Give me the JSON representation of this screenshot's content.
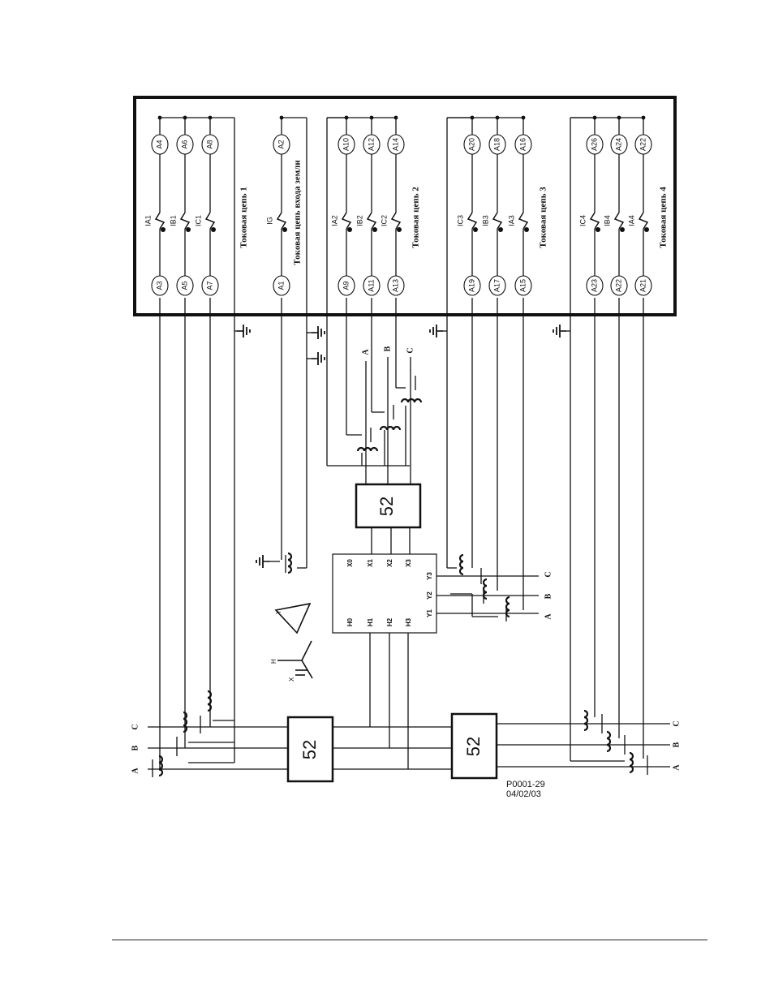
{
  "relay_box": {
    "groups": [
      {
        "caption": "Токовая цепь 1",
        "terminals_top": [
          "A4",
          "A6",
          "A8"
        ],
        "labels": [
          "IA1",
          "IB1",
          "IC1"
        ],
        "terminals_bottom": [
          "A3",
          "A5",
          "A7"
        ]
      },
      {
        "caption": "Токовая цепь входа земли",
        "terminals_top": [
          "A2"
        ],
        "labels": [
          "IG"
        ],
        "terminals_bottom": [
          "A1"
        ]
      },
      {
        "caption": "Токовая цепь 2",
        "terminals_top": [
          "A10",
          "A12",
          "A14"
        ],
        "labels": [
          "IA2",
          "IB2",
          "IC2"
        ],
        "terminals_bottom": [
          "A9",
          "A11",
          "A13"
        ]
      },
      {
        "caption": "Токовая цепь 3",
        "terminals_top": [
          "A20",
          "A18",
          "A16"
        ],
        "labels": [
          "IC3",
          "IB3",
          "IA3"
        ],
        "terminals_bottom": [
          "A19",
          "A17",
          "A15"
        ]
      },
      {
        "caption": "Токовая цепь 4",
        "terminals_top": [
          "A26",
          "A24",
          "A22"
        ],
        "labels": [
          "IC4",
          "IB4",
          "IA4"
        ],
        "terminals_bottom": [
          "A23",
          "A22",
          "A21"
        ]
      }
    ]
  },
  "breakers": {
    "label": "52"
  },
  "transformer": {
    "x_terminals": [
      "X0",
      "X1",
      "X2",
      "X3"
    ],
    "h_terminals": [
      "H0",
      "H1",
      "H2",
      "H3"
    ],
    "y_terminals": [
      "Y3",
      "Y2",
      "Y1"
    ],
    "winding_y": "Y",
    "winding_h": "H",
    "winding_x": "X"
  },
  "phases": {
    "a": "A",
    "b": "B",
    "c": "C"
  },
  "drawing_id": "P0001-29",
  "drawing_date": "04/02/03"
}
